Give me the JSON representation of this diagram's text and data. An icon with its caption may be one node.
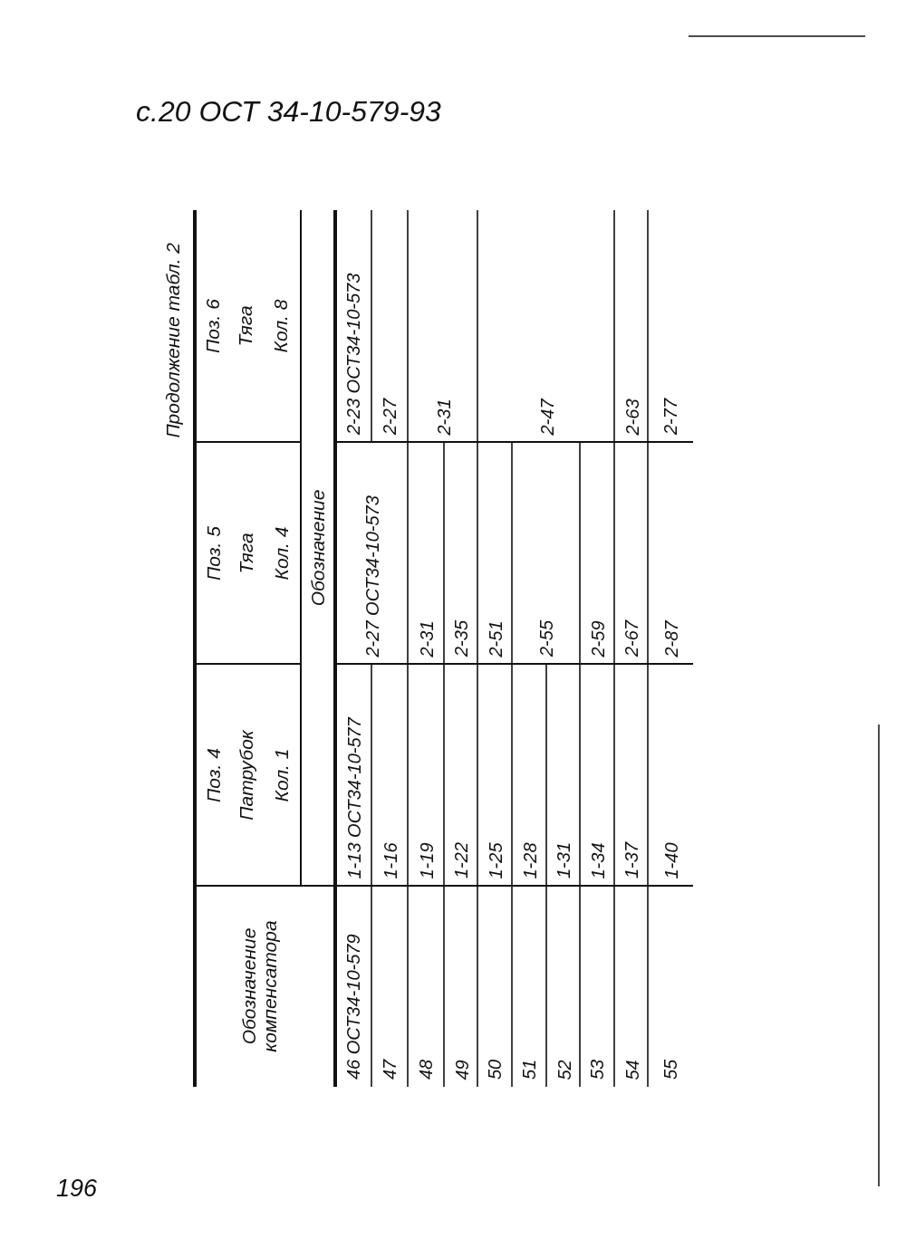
{
  "diagram": {
    "labels": [
      "с.20 ОСТ 34-10-579-93",
      "Продолжение табл. 2",
      "Обозначение компенсатора",
      "Поз. 4",
      "Патрубок",
      "Кол. 1",
      "Поз. 5",
      "Тяга",
      "Кол. 4",
      "Поз. 6",
      "Тяга",
      "Кол. 8",
      "Обозначение",
      "46 ОСТ34-10-579",
      "1-13 ОСТ34-10-577",
      "2-27 ОСТ34-10-573",
      "2-23 ОСТ34-10-573",
      "47",
      "1-16",
      "2-27",
      "48",
      "1-19",
      "2-31",
      "2-31",
      "49",
      "1-22",
      "2-35",
      "50",
      "1-25",
      "2-51",
      "2-47",
      "51",
      "1-28",
      "2-55",
      "52",
      "1-31",
      "53",
      "1-34",
      "2-59",
      "54",
      "1-37",
      "2-67",
      "2-63",
      "55",
      "1-40",
      "2-87",
      "2-77",
      "196"
    ]
  }
}
